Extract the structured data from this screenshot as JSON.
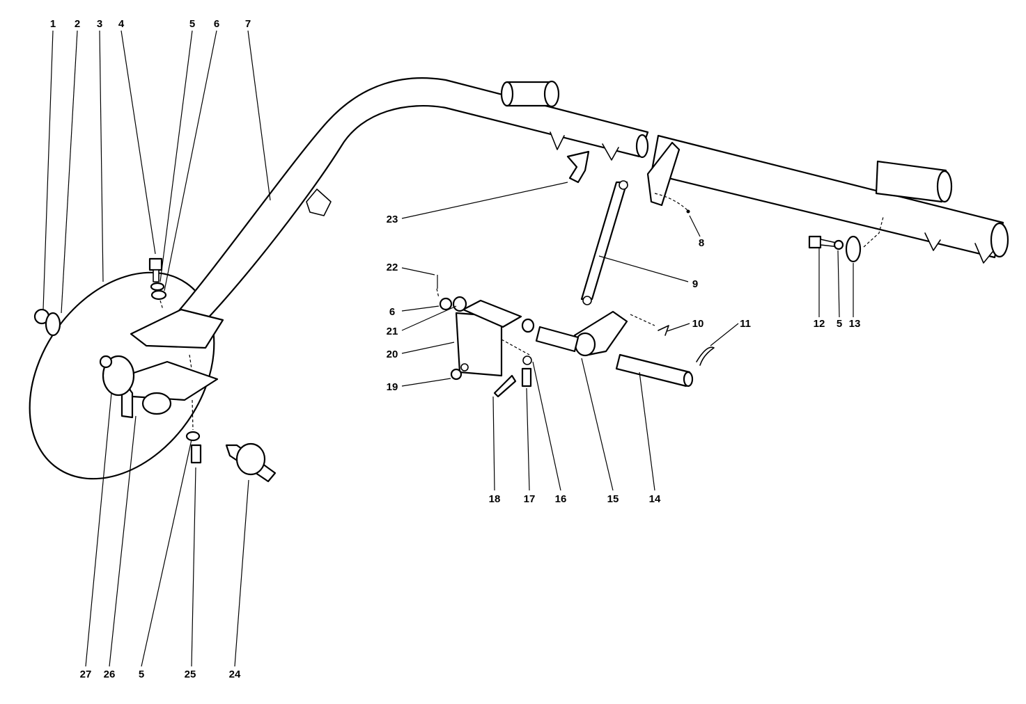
{
  "callouts": [
    {
      "id": "c1",
      "text": "1"
    },
    {
      "id": "c2",
      "text": "2"
    },
    {
      "id": "c3",
      "text": "3"
    },
    {
      "id": "c4",
      "text": "4"
    },
    {
      "id": "c5a",
      "text": "5"
    },
    {
      "id": "c6a",
      "text": "6"
    },
    {
      "id": "c7",
      "text": "7"
    },
    {
      "id": "c8",
      "text": "8"
    },
    {
      "id": "c9",
      "text": "9"
    },
    {
      "id": "c10",
      "text": "10"
    },
    {
      "id": "c11",
      "text": "11"
    },
    {
      "id": "c12",
      "text": "12"
    },
    {
      "id": "c5b",
      "text": "5"
    },
    {
      "id": "c13",
      "text": "13"
    },
    {
      "id": "c14",
      "text": "14"
    },
    {
      "id": "c15",
      "text": "15"
    },
    {
      "id": "c16",
      "text": "16"
    },
    {
      "id": "c17",
      "text": "17"
    },
    {
      "id": "c18",
      "text": "18"
    },
    {
      "id": "c19",
      "text": "19"
    },
    {
      "id": "c20",
      "text": "20"
    },
    {
      "id": "c21",
      "text": "21"
    },
    {
      "id": "c6b",
      "text": "6"
    },
    {
      "id": "c22",
      "text": "22"
    },
    {
      "id": "c23",
      "text": "23"
    },
    {
      "id": "c24",
      "text": "24"
    },
    {
      "id": "c25",
      "text": "25"
    },
    {
      "id": "c5c",
      "text": "5"
    },
    {
      "id": "c26",
      "text": "26"
    },
    {
      "id": "c27",
      "text": "27"
    }
  ]
}
